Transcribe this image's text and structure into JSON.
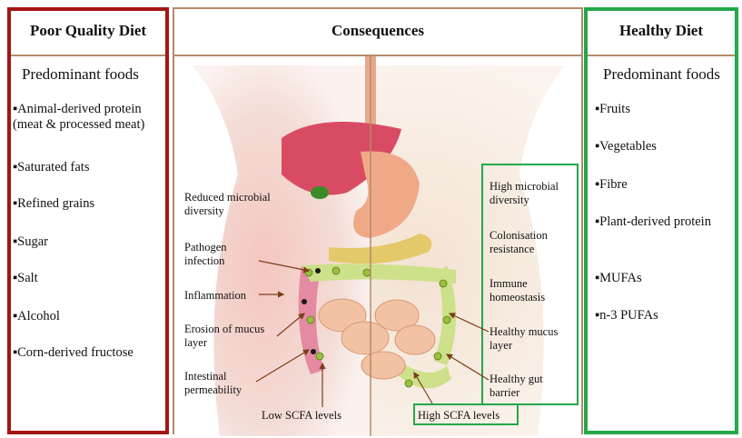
{
  "left": {
    "title": "Poor Quality Diet",
    "subtitle": "Predominant foods",
    "items": [
      "▪Animal-derived protein (meat & processed meat)",
      "▪Saturated fats",
      "▪Refined grains",
      "▪Sugar",
      "▪Salt",
      "▪Alcohol",
      "▪Corn-derived fructose"
    ]
  },
  "middle": {
    "title": "Consequences",
    "left_labels": [
      "Reduced microbial diversity",
      "Pathogen infection",
      "Inflammation",
      "Erosion of mucus layer",
      "Intestinal permeability",
      "Low SCFA levels"
    ],
    "right_labels": [
      "High microbial diversity",
      "Colonisation resistance",
      "Immune homeostasis",
      "Healthy mucus layer",
      "Healthy gut barrier"
    ],
    "high_scfa": "High SCFA levels"
  },
  "right": {
    "title": "Healthy Diet",
    "subtitle": "Predominant foods",
    "items": [
      "▪Fruits",
      "▪Vegetables",
      "▪Fibre",
      "▪Plant-derived protein",
      "▪MUFAs",
      "▪n-3 PUFAs"
    ]
  },
  "colors": {
    "poor": "#a31515",
    "healthy": "#23a84a",
    "border": "#b48a6a"
  }
}
